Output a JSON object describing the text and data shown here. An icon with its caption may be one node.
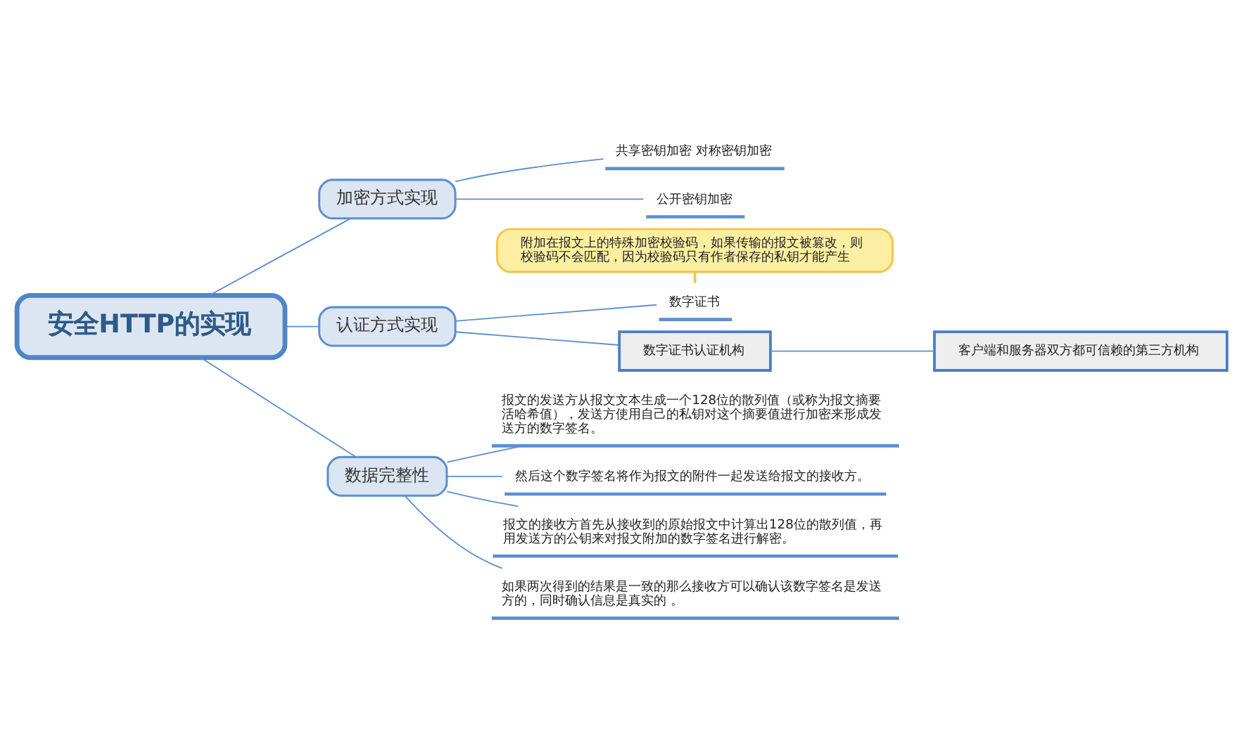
{
  "diagram": {
    "nodes": [
      {
        "text": [
          "安全HTTP的实现"
        ]
      },
      {
        "text": [
          "加密方式实现"
        ]
      },
      {
        "text": [
          "共享密钥加密 对称密钥加密"
        ]
      },
      {
        "text": [
          "公开密钥加密"
        ]
      },
      {
        "text": [
          "认证方式实现"
        ]
      },
      {
        "text": [
          "数字证书"
        ]
      },
      {
        "text": [
          "附加在报文上的特殊加密校验码，如果传输的报文被篡改，则校验码不会匹配，因为校验码只有作者保存的私钥才能产生"
        ]
      },
      {
        "text": [
          "数字证书认证机构"
        ]
      },
      {
        "text": [
          "客户端和服务器双方都可信赖的第三方机构"
        ]
      },
      {
        "text": [
          "数据完整性"
        ]
      },
      {
        "text": [
          "报文的发送方从报文文本生成一个128位的散列值（或称为报文摘要活哈希值），发送方使用自己的私钥对这个摘要值进行加密来形成发送方的数字签名。"
        ]
      },
      {
        "text": [
          "然后这个数字签名将作为报文的附件一起发送给报文的接收方。"
        ]
      },
      {
        "text": [
          "报文的接收方首先从接收到的原始报文中计算出128位的散列值，再用发送方的公钥来对报文附加的数字签名进行解密。"
        ]
      },
      {
        "text": [
          "如果两次得到的结果是一致的那么接收方可以确认该数字签名是发送方的，同时确认信息是真实的 。"
        ]
      }
    ],
    "edges": [
      {
        "from": 0,
        "to": 1,
        "arrow": "none"
      },
      {
        "from": 1,
        "to": 2,
        "arrow": "none"
      },
      {
        "from": 1,
        "to": 3,
        "arrow": "none"
      },
      {
        "from": 0,
        "to": 4,
        "arrow": "none"
      },
      {
        "from": 4,
        "to": 5,
        "arrow": "none"
      },
      {
        "from": 6,
        "to": 5,
        "arrow": "none",
        "color": "#f5c451"
      },
      {
        "from": 4,
        "to": 7,
        "arrow": "none"
      },
      {
        "from": 7,
        "to": 8,
        "arrow": "none"
      },
      {
        "from": 0,
        "to": 9,
        "arrow": "none"
      },
      {
        "from": 9,
        "to": 10,
        "arrow": "none"
      },
      {
        "from": 9,
        "to": 11,
        "arrow": "none"
      },
      {
        "from": 9,
        "to": 12,
        "arrow": "none"
      },
      {
        "from": 9,
        "to": 13,
        "arrow": "none"
      }
    ]
  }
}
